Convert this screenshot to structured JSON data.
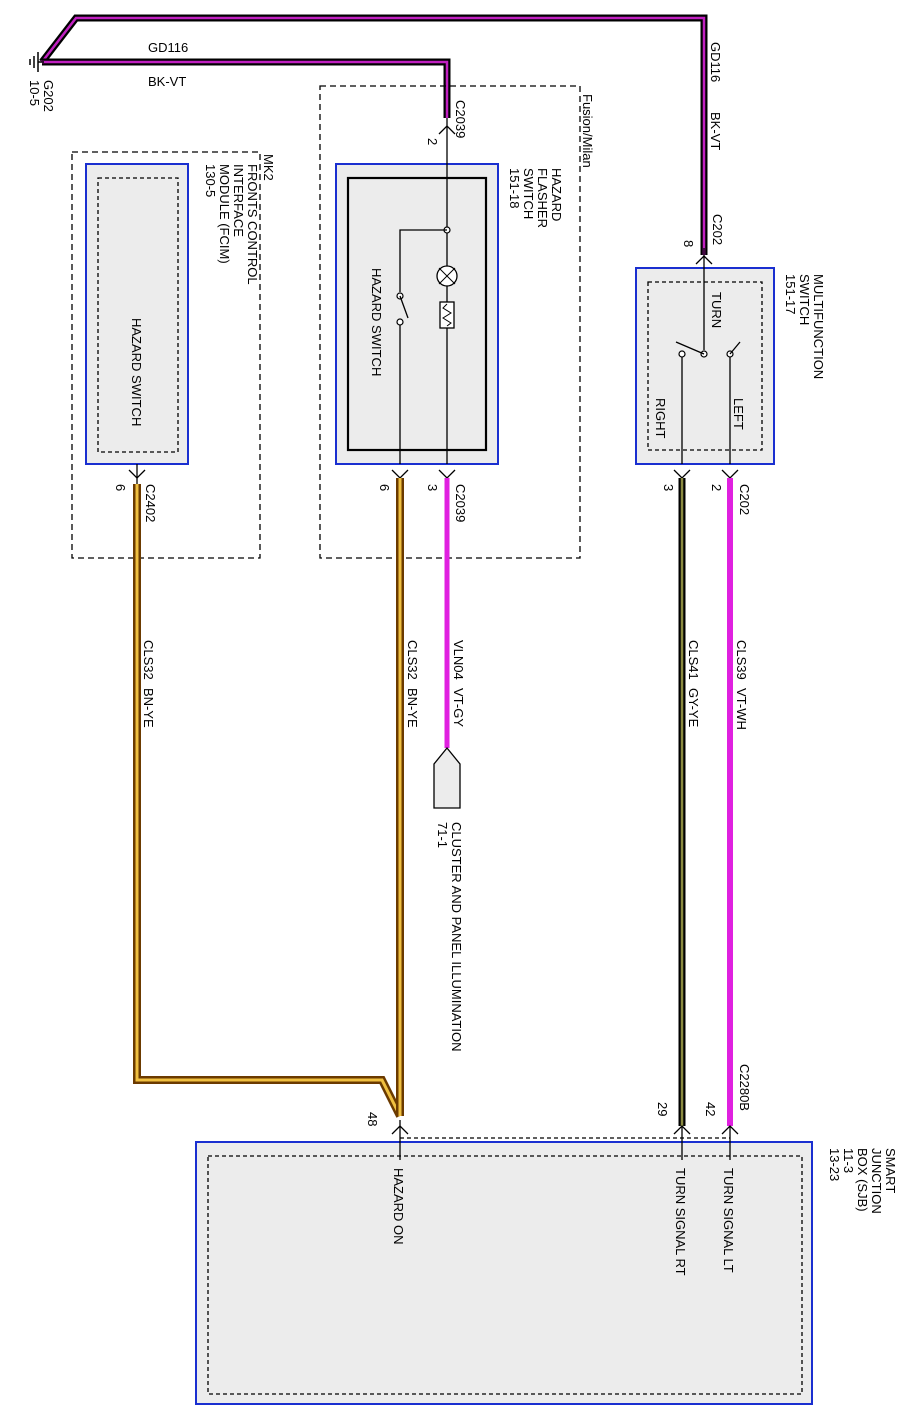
{
  "colors": {
    "bk_vt_outer": "#000000",
    "bk_vt_inner": "#c020c0",
    "bn_ye_outer": "#6b3a00",
    "bn_ye_inner": "#f0c040",
    "violet": "#e020e0",
    "gy_ye_outer": "#000000",
    "gy_ye_inner": "#8a8a40",
    "outline_blue": "#1a2fd0",
    "component_fill": "#ececec"
  },
  "ground": {
    "name": "G202",
    "ref": "10-5"
  },
  "ground_wire": {
    "circuit": "GD116",
    "color": "BK-VT"
  },
  "right_wire": {
    "circuit": "GD116",
    "color": "BK-VT"
  },
  "fcim": {
    "variant": "MK2",
    "lines": [
      "FRONTS CONTROL",
      "INTERFACE",
      "MODULE (FCIM)",
      "130-5"
    ],
    "inner_label": "HAZARD SWITCH",
    "connector": "C2402",
    "pin": "6",
    "wire_circuit": "CLS32",
    "wire_color": "BN-YE"
  },
  "hazard_flasher": {
    "variant": "Fusion/Milan",
    "lines": [
      "HAZARD",
      "FLASHER",
      "SWITCH",
      "151-18"
    ],
    "inner_label": "HAZARD SWITCH",
    "top_connector": "C2039",
    "top_pin": "2",
    "bottom_connector": "C2039",
    "pin_left": "6",
    "pin_right": "3",
    "wire1_circuit": "CLS32",
    "wire1_color": "BN-YE",
    "wire2_circuit": "VLN04",
    "wire2_color": "VT-GY"
  },
  "cluster": {
    "name": "CLUSTER AND PANEL ILLUMINATION",
    "ref": "71-1"
  },
  "multifunction": {
    "lines": [
      "MULTIFUNCTION",
      "SWITCH",
      "151-17"
    ],
    "top_connector": "C202",
    "top_pin": "8",
    "label_turn": "TURN",
    "label_right": "RIGHT",
    "label_left": "LEFT",
    "bottom_connector": "C202",
    "pin_right": "3",
    "pin_left": "2",
    "wire_right_circuit": "CLS41",
    "wire_right_color": "GY-YE",
    "wire_left_circuit": "CLS39",
    "wire_left_color": "VT-WH"
  },
  "sjb": {
    "lines": [
      "SMART",
      "JUNCTION",
      "BOX (SJB)",
      "11-3",
      "13-23"
    ],
    "connector": "C2280B",
    "pin_hazard": "48",
    "pin_rt": "29",
    "pin_lt": "42",
    "label_hazard": "HAZARD ON",
    "label_rt": "TURN SIGNAL RT",
    "label_lt": "TURN SIGNAL LT"
  }
}
